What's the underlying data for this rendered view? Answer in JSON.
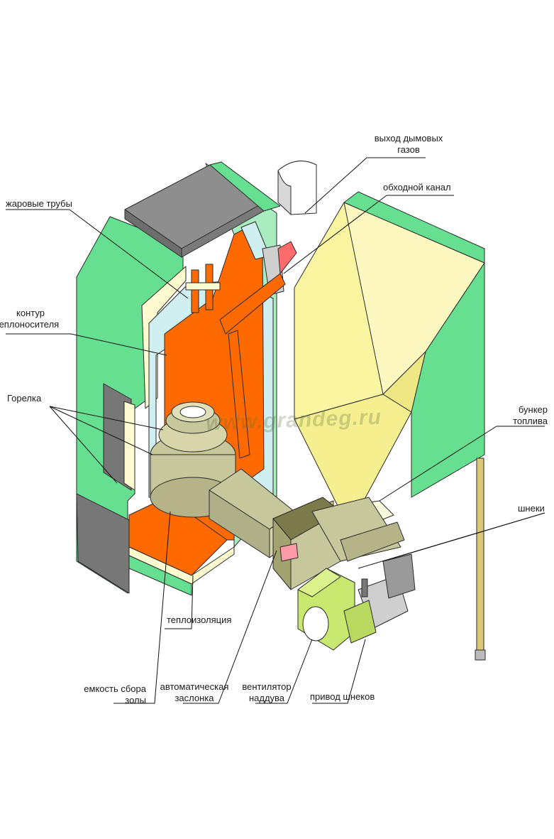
{
  "labels": {
    "flue_gas_exit": [
      "выход дымовых",
      "газов"
    ],
    "bypass_channel": "обходной канал",
    "fire_tubes": "жаровые трубы",
    "coolant_circuit": [
      "контур",
      "теплоносителя"
    ],
    "burner": "Горелка",
    "fuel_hopper": [
      "бункер",
      "топлива"
    ],
    "augers": "шнеки",
    "insulation": "теплоизоляция",
    "ash_container": [
      "емкость сбора",
      "золы"
    ],
    "auto_damper": [
      "автоматическая",
      "заслонка"
    ],
    "blower_fan": [
      "вентилятор",
      "наддува"
    ],
    "auger_drive": "привод шнеков"
  },
  "watermark": "www.grandeg.ru",
  "colors": {
    "insulation_green": "#66e090",
    "firebox_orange": "#ff6a00",
    "water_blue": "#cfeff0",
    "hopper_yellow": "#fbf5a2",
    "steel_gray": "#8a8a8a",
    "auger_olive": "#c7c79c",
    "fan_lime": "#dcf28c",
    "flue_red": "#ff6a6a"
  }
}
